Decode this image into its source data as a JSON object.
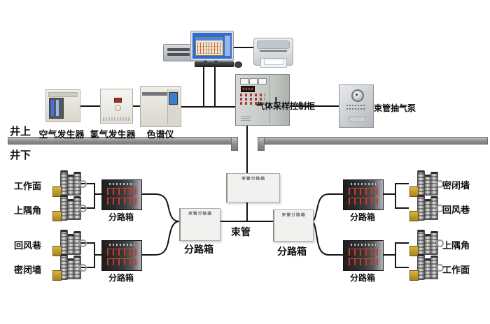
{
  "surface": {
    "above": "井上",
    "below": "井下"
  },
  "equipment": {
    "air_generator": "空气发生器",
    "hydrogen_generator": "氢气发生器",
    "chromatograph": "色谱仪",
    "sampling_cabinet": "气体采样控制柜",
    "pump": "束管抽气泵"
  },
  "underground": {
    "tube": "束管",
    "junction_caption": "束管分路箱",
    "branch_box": "分路箱",
    "left_points": [
      "工作面",
      "上隅角",
      "回风巷",
      "密闭墙"
    ],
    "right_points": [
      "密闭墙",
      "回风巷",
      "上隅角",
      "工作面"
    ]
  },
  "colors": {
    "line": "#141414",
    "divider_bar": "#9b9b9b",
    "valve_red": "#c0392b",
    "screen_blue": "#2e6bd4",
    "sensor_yellow": "#c9a42e"
  }
}
